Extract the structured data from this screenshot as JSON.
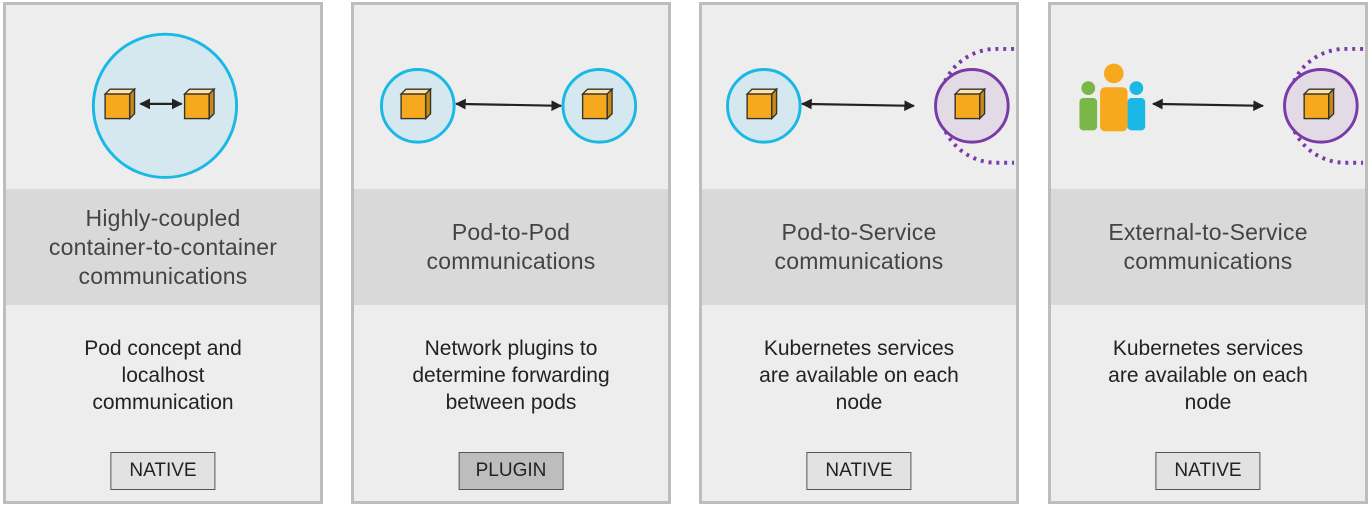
{
  "colors": {
    "pod_blue": "#1ab8e4",
    "pod_fill": "#d5e8ef",
    "service_purple": "#7a3aa8",
    "service_fill": "#e2dbe6",
    "container_orange": "#f7a91e",
    "card_bg": "#ededed",
    "band_bg": "#d9d9d9",
    "native_bg": "#e2e2e2",
    "plugin_bg": "#bdbdbd"
  },
  "cards": [
    {
      "title": "Highly-coupled\ncontainer-to-container\ncommunications",
      "description": "Pod concept and\nlocalhost\ncommunication",
      "badge": "NATIVE",
      "icon": "container-to-container-icon"
    },
    {
      "title": "Pod-to-Pod\ncommunications",
      "description": "Network plugins to\ndetermine forwarding\nbetween pods",
      "badge": "PLUGIN",
      "icon": "pod-to-pod-icon"
    },
    {
      "title": "Pod-to-Service\ncommunications",
      "description": "Kubernetes services\nare available on each\nnode",
      "badge": "NATIVE",
      "icon": "pod-to-service-icon"
    },
    {
      "title": "External-to-Service\ncommunications",
      "description": "Kubernetes services\nare available on each\nnode",
      "badge": "NATIVE",
      "icon": "external-to-service-icon"
    }
  ]
}
